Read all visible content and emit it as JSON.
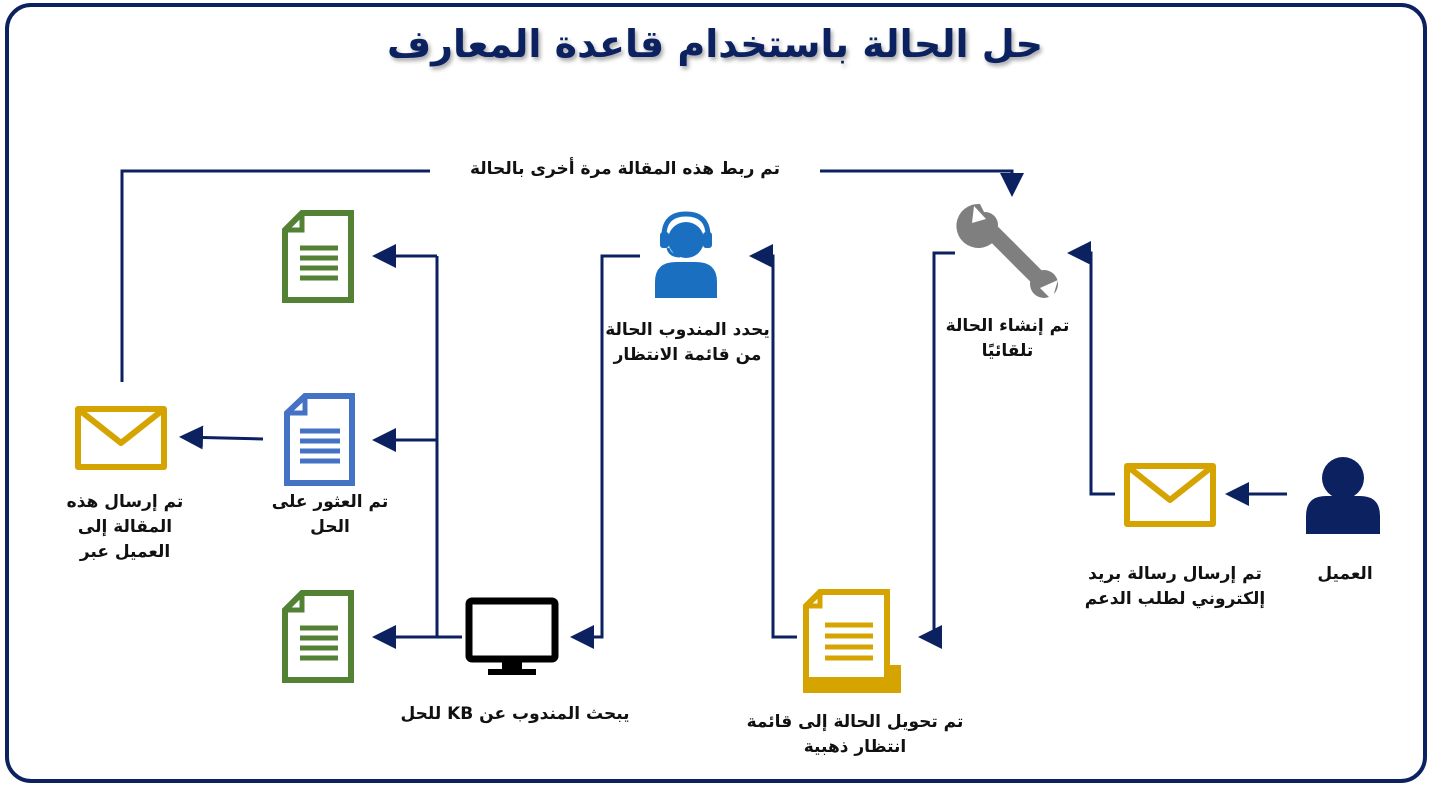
{
  "title": "حل الحالة باستخدام قاعدة المعارف",
  "loop_label": "تم ربط هذه المقالة مرة أخرى بالحالة",
  "nodes": {
    "customer": "العميل",
    "email_sent": "تم إرسال رسالة بريد إلكتروني لطلب الدعم",
    "case_created": "تم إنشاء الحالة تلقائيًا",
    "gold_queue": "تم تحويل الحالة إلى قائمة انتظار ذهبية",
    "agent_picks": "يحدد المندوب الحالة من قائمة الانتظار",
    "agent_searches": "يبحث المندوب عن KB للحل",
    "solution_found": "تم العثور على الحل",
    "article_sent": "تم إرسال هذه المقالة إلى العميل عبر"
  },
  "icons": {
    "customer": "person-icon",
    "email_support": "envelope-icon",
    "case": "wrench-icon",
    "queue": "document-stack-icon",
    "agent": "headset-agent-icon",
    "search": "monitor-icon",
    "kb_articles": "document-icon",
    "solution": "document-icon",
    "article_email": "envelope-icon"
  },
  "colors": {
    "navy": "#0b2160",
    "blue_icon": "#1b6fc0",
    "gold": "#d5a400",
    "green": "#548235",
    "doc_blue": "#4472c4",
    "gray": "#7f7f7f"
  }
}
